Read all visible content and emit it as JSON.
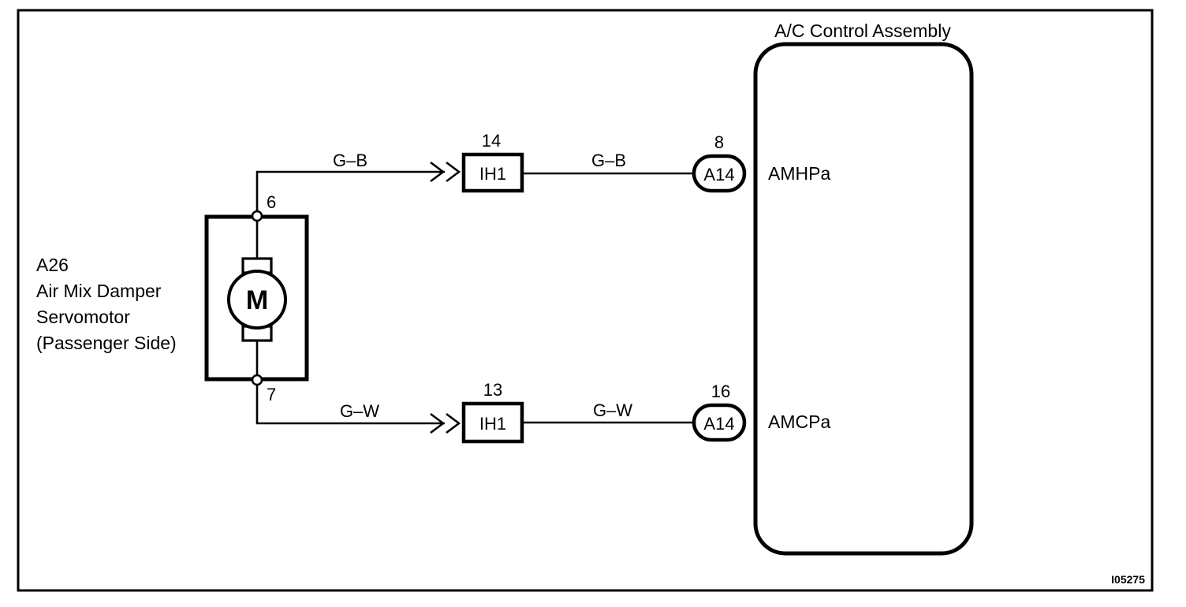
{
  "control_assembly": {
    "title": "A/C Control Assembly",
    "terminal_upper": "AMHPa",
    "terminal_lower": "AMCPa"
  },
  "servomotor": {
    "code": "A26",
    "name_line1": "Air Mix Damper",
    "name_line2": "Servomotor",
    "name_line3": "(Passenger Side)",
    "symbol": "M",
    "pin_upper": "6",
    "pin_lower": "7"
  },
  "upper_circuit": {
    "wire_left_color": "G–B",
    "junction_pin": "14",
    "junction_label": "IH1",
    "wire_right_color": "G–B",
    "connector_pin": "8",
    "connector_label": "A14"
  },
  "lower_circuit": {
    "wire_left_color": "G–W",
    "junction_pin": "13",
    "junction_label": "IH1",
    "wire_right_color": "G–W",
    "connector_pin": "16",
    "connector_label": "A14"
  },
  "figure_code": "I05275"
}
